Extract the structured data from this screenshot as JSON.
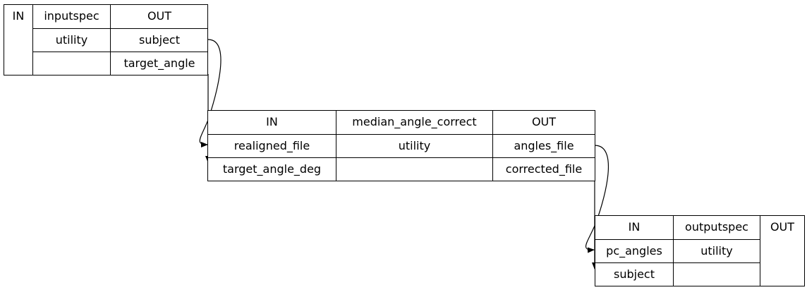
{
  "nodes": {
    "inputspec": {
      "in_label": "IN",
      "name": "inputspec",
      "type": "utility",
      "out_label": "OUT",
      "outputs": [
        "subject",
        "target_angle"
      ]
    },
    "median_angle_correct": {
      "in_label": "IN",
      "name": "median_angle_correct",
      "type": "utility",
      "out_label": "OUT",
      "inputs": [
        "realigned_file",
        "target_angle_deg"
      ],
      "outputs": [
        "angles_file",
        "corrected_file"
      ]
    },
    "outputspec": {
      "in_label": "IN",
      "name": "outputspec",
      "type": "utility",
      "out_label": "OUT",
      "inputs": [
        "pc_angles",
        "subject"
      ]
    }
  },
  "edges": [
    {
      "from": "inputspec.subject",
      "to": "median_angle_correct.realigned_file"
    },
    {
      "from": "inputspec.target_angle",
      "to": "median_angle_correct.target_angle_deg"
    },
    {
      "from": "median_angle_correct.angles_file",
      "to": "outputspec.pc_angles"
    },
    {
      "from": "median_angle_correct.corrected_file",
      "to": "outputspec.subject"
    }
  ]
}
